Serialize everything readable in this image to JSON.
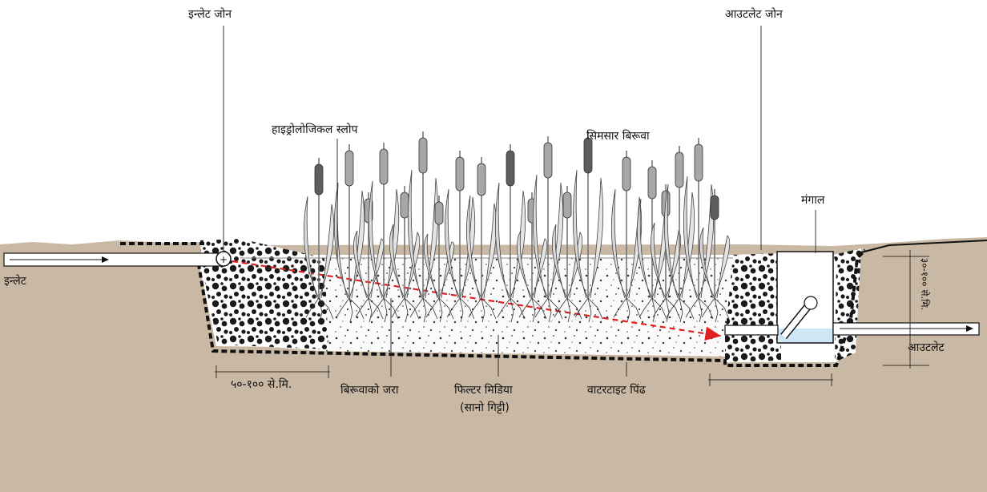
{
  "labels": {
    "inlet_zone": "इन्लेट जोन",
    "outlet_zone": "आउटलेट जोन",
    "hydro_slope": "हाइड्रोलोजिकल स्लोप",
    "wetland_plants": "सिमसार बिरूवा",
    "manhole": "मंगाल",
    "inlet": "इन्लेट",
    "outlet": "आउटलेट",
    "depth": "३०-१०० से.मि.",
    "width": "५०-१०० से.मि.",
    "roots": "बिरूवाको जरा",
    "filter_media_1": "फिल्टर मिडिया",
    "filter_media_2": "(सानो गिट्टी)",
    "watertight_base": "वाटरटाइट पिंढ"
  },
  "colors": {
    "soil": "#c9b8a3",
    "gravel": "#f4f4f4",
    "water": "#cfe6f5",
    "flow_arrow": "#e02020",
    "plant_stem": "#777777",
    "cattail_light": "#a7a7a7",
    "cattail_dark": "#5e5e5e"
  }
}
